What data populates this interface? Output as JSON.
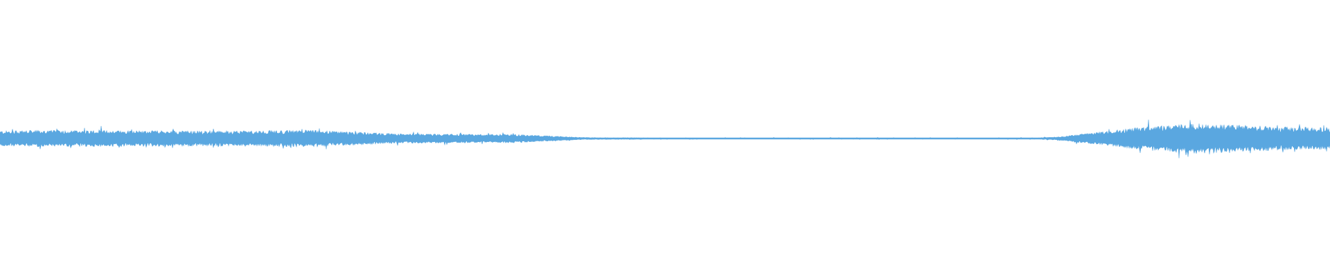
{
  "waveform": {
    "color": "#5aa7e0",
    "background": "#ffffff",
    "amplitude_profile": [
      [
        0.0,
        0.055
      ],
      [
        0.03,
        0.06
      ],
      [
        0.1,
        0.058
      ],
      [
        0.15,
        0.055
      ],
      [
        0.2,
        0.057
      ],
      [
        0.235,
        0.062
      ],
      [
        0.26,
        0.05
      ],
      [
        0.3,
        0.035
      ],
      [
        0.36,
        0.03
      ],
      [
        0.385,
        0.032
      ],
      [
        0.41,
        0.02
      ],
      [
        0.44,
        0.007
      ],
      [
        0.5,
        0.005
      ],
      [
        0.6,
        0.005
      ],
      [
        0.7,
        0.005
      ],
      [
        0.78,
        0.005
      ],
      [
        0.795,
        0.012
      ],
      [
        0.82,
        0.04
      ],
      [
        0.86,
        0.085
      ],
      [
        0.9,
        0.11
      ],
      [
        0.93,
        0.1
      ],
      [
        0.96,
        0.085
      ],
      [
        1.0,
        0.08
      ]
    ]
  }
}
